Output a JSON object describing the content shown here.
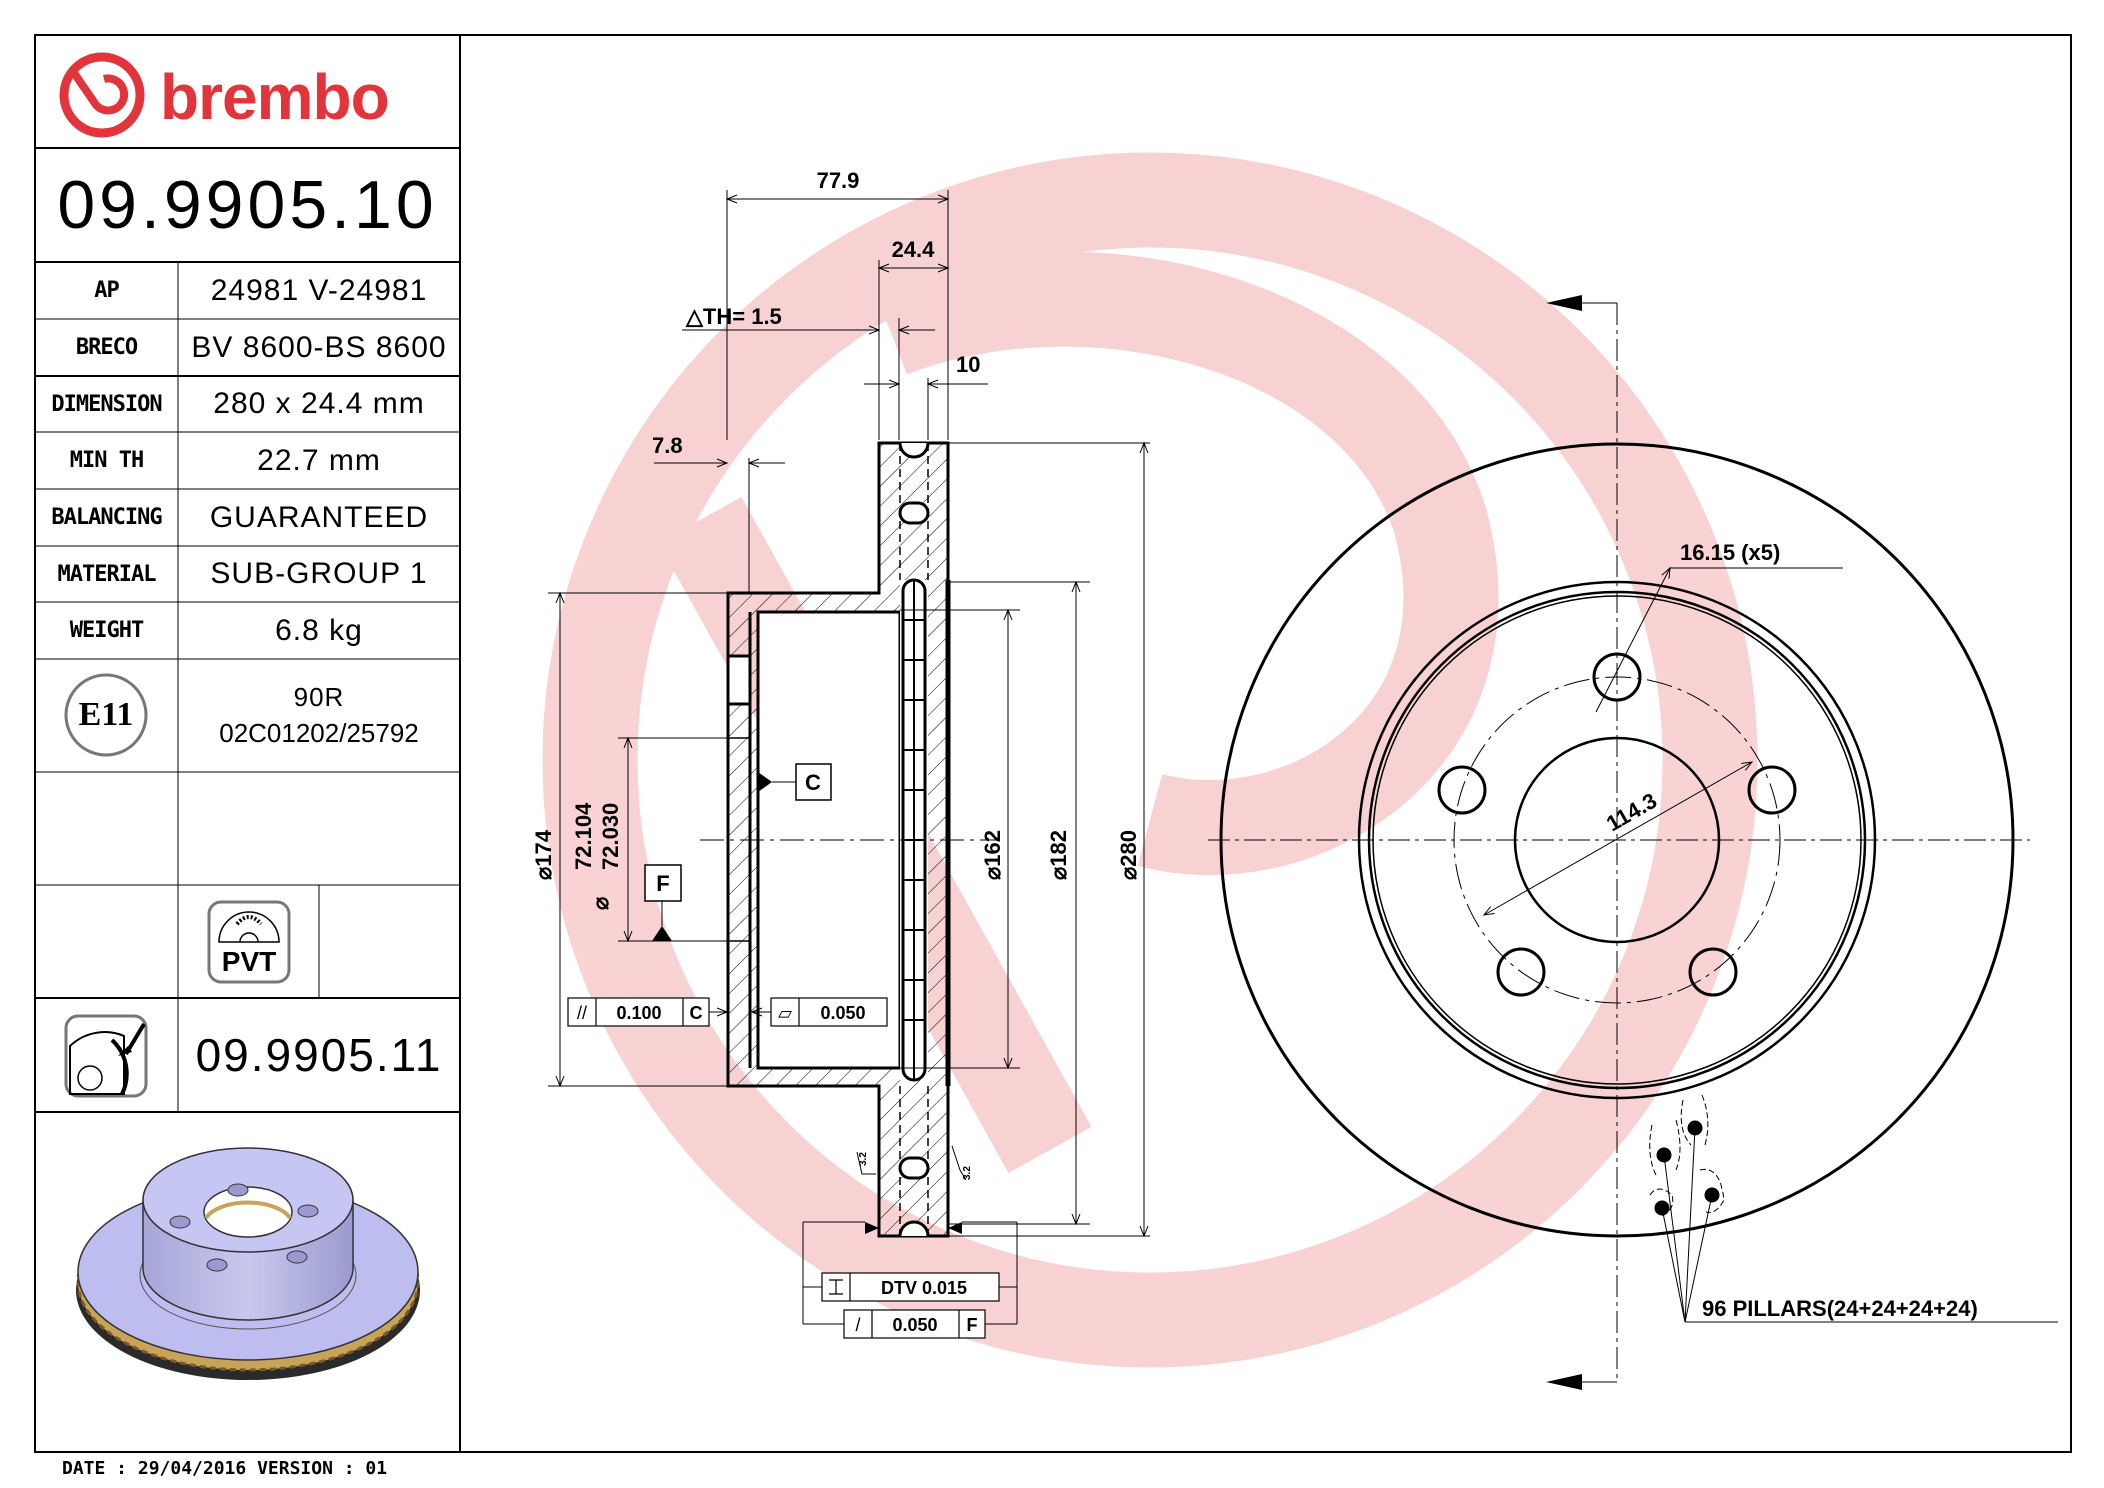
{
  "brand": {
    "name": "brembo",
    "color": "#e2353b"
  },
  "part_number": "09.9905.10",
  "specs": [
    {
      "label": "AP",
      "value": "24981 V-24981"
    },
    {
      "label": "BRECO",
      "value": "BV 8600-BS 8600"
    },
    {
      "label": "DIMENSION",
      "value": "280 x 24.4 mm"
    },
    {
      "label": "MIN TH",
      "value": "22.7 mm"
    },
    {
      "label": "BALANCING",
      "value": "GUARANTEED"
    },
    {
      "label": "MATERIAL",
      "value": "SUB-GROUP 1"
    },
    {
      "label": "WEIGHT",
      "value": "6.8 kg"
    }
  ],
  "approval": {
    "mark": "E11",
    "line1": "90R",
    "line2": "02C01202/25792"
  },
  "badge": {
    "label": "PVT"
  },
  "coated_variant": {
    "part_number": "09.9905.11"
  },
  "footer": {
    "text": "DATE : 29/04/2016 VERSION : 01",
    "date": "29/04/2016",
    "version": "01"
  },
  "section_view": {
    "dims": {
      "overall_height": "77.9",
      "thickness": "24.4",
      "delta_th": "△TH= 1.5",
      "vent_width": "10",
      "hat_wall": "7.8",
      "hat_diameter": "⌀174",
      "bore_max": "72.104",
      "bore_min": "72.030",
      "bore_symbol": "⌀",
      "d162": "⌀162",
      "d182": "⌀182",
      "d280": "⌀280"
    },
    "datums": {
      "c": "C",
      "f": "F"
    },
    "tolerances": {
      "parallelism": {
        "symbol": "//",
        "value": "0.100",
        "datum": "C"
      },
      "flatness": {
        "symbol": "▱",
        "value": "0.050"
      },
      "dtv": {
        "symbol": "⌶",
        "value": "DTV 0.015"
      },
      "runout": {
        "symbol": "/",
        "value": "0.050",
        "datum": "F"
      }
    },
    "roughness": [
      "3.2",
      "3.2"
    ]
  },
  "front_view": {
    "bolt_hole": "16.15 (x5)",
    "pcd": "114.3",
    "pillars": "96 PILLARS(24+24+24+24)"
  },
  "colors": {
    "watermark": "#f6d4d6",
    "line": "#000000",
    "render_body": "#b9b9e6",
    "render_vents": "#c8a45a"
  }
}
